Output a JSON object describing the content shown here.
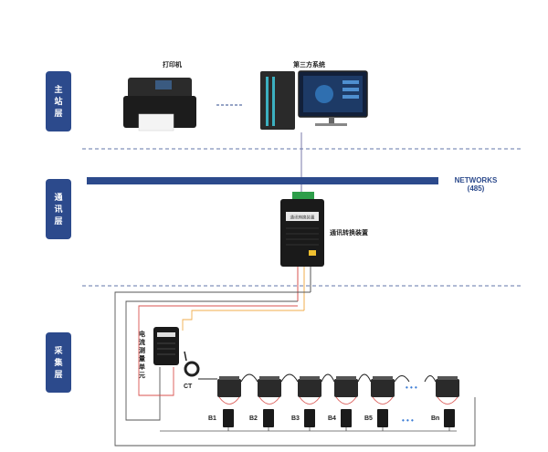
{
  "layers": {
    "station": [
      "主",
      "站",
      "层"
    ],
    "comm": [
      "通",
      "讯",
      "层"
    ],
    "acq": [
      "采",
      "集",
      "层"
    ]
  },
  "labels": {
    "printer": "打印机",
    "third_party": "第三方系统",
    "network_line1": "NETWORKS",
    "network_line2": "(485)",
    "converter": "通讯转换装置",
    "converter_panel": "通讯转换装置",
    "meter": "电流测量单元",
    "ct": "CT",
    "batteries": [
      "B1",
      "B2",
      "B3",
      "B4",
      "B5",
      "Bn"
    ],
    "ellipsis": "• • •"
  },
  "colors": {
    "layer_tag": "#2c4a8c",
    "network_bar": "#2c4a8c",
    "divider": "#2c4a8c",
    "wire_red": "#d9534f",
    "wire_orange": "#f0ad4e",
    "wire_gray": "#555555"
  }
}
